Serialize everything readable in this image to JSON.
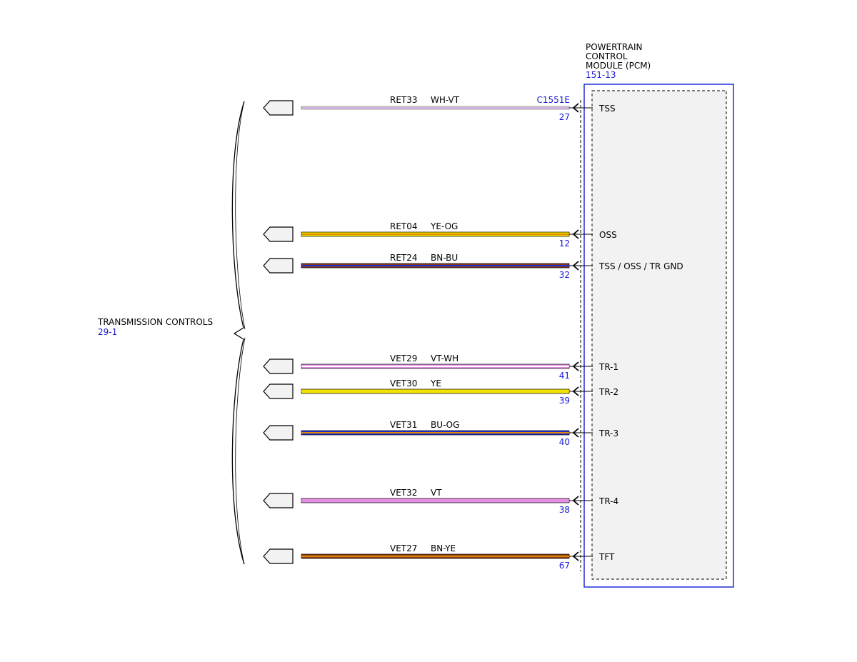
{
  "colors": {
    "module_border": "#1f2fd8",
    "module_fill": "#f2f2f2",
    "reference_text": "#1a1ad6",
    "line": "#000000"
  },
  "left_component": {
    "name": "TRANSMISSION CONTROLS",
    "ref": "29-1"
  },
  "module": {
    "title_lines": [
      "POWERTRAIN",
      "CONTROL",
      "MODULE (PCM)"
    ],
    "ref": "151-13",
    "connector": "C1551E"
  },
  "circuits": [
    {
      "circuit": "RET33",
      "wire_color": "WH-VT",
      "pin": "27",
      "signal": "TSS",
      "colors": [
        "#ffffff",
        "#9b59c6"
      ]
    },
    {
      "circuit": "RET04",
      "wire_color": "YE-OG",
      "pin": "12",
      "signal": "OSS",
      "colors": [
        "#f2e200",
        "#e08a00"
      ]
    },
    {
      "circuit": "RET24",
      "wire_color": "BN-BU",
      "pin": "32",
      "signal": "TSS / OSS / TR GND",
      "colors": [
        "#8b3a1a",
        "#1f2fd8"
      ]
    },
    {
      "circuit": "VET29",
      "wire_color": "VT-WH",
      "pin": "41",
      "signal": "TR-1",
      "colors": [
        "#e58ee5",
        "#ffffff"
      ]
    },
    {
      "circuit": "VET30",
      "wire_color": "YE",
      "pin": "39",
      "signal": "TR-2",
      "colors": [
        "#f2e200",
        "#f2e200"
      ]
    },
    {
      "circuit": "VET31",
      "wire_color": "BU-OG",
      "pin": "40",
      "signal": "TR-3",
      "colors": [
        "#1f2fd8",
        "#e08a00"
      ]
    },
    {
      "circuit": "VET32",
      "wire_color": "VT",
      "pin": "38",
      "signal": "TR-4",
      "colors": [
        "#e58ee5",
        "#e58ee5"
      ]
    },
    {
      "circuit": "VET27",
      "wire_color": "BN-YE",
      "pin": "67",
      "signal": "TFT",
      "colors": [
        "#8b3a1a",
        "#e08a00"
      ]
    }
  ]
}
